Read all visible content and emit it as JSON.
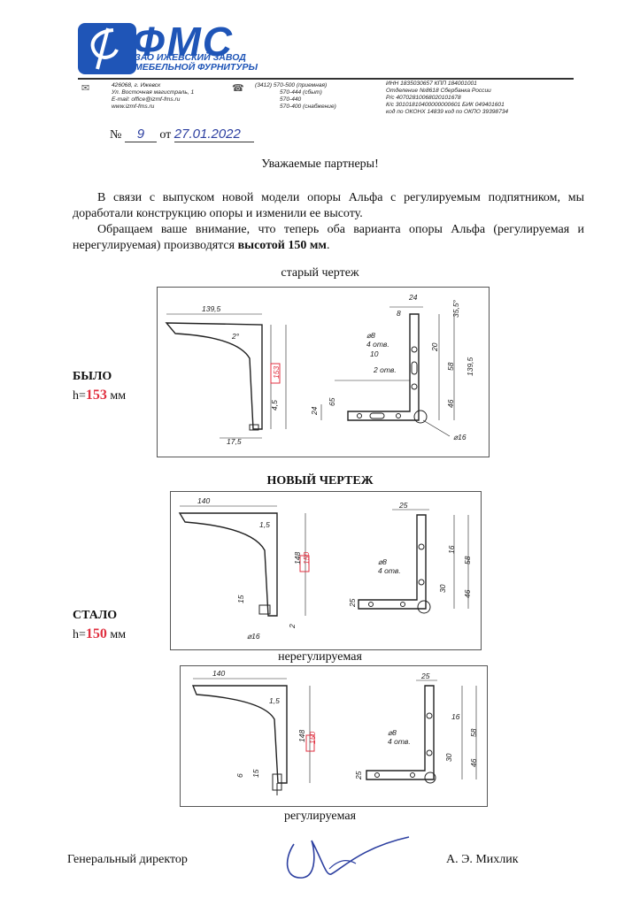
{
  "letterhead": {
    "logo_text": "ФМС",
    "company_line1": "ЗАО ИЖЕВСКИЙ ЗАВОД",
    "company_line2": "МЕБЕЛЬНОЙ ФУРНИТУРЫ",
    "address": [
      "426068, г. Ижевск",
      "Ул. Восточная магистраль, 1",
      "E-mail: office@izmf-fms.ru",
      "www.izmf-fms.ru"
    ],
    "phones": [
      "(3412) 570-500 (приемная)",
      "570-444 (сбыт)",
      "570-440",
      "570-400 (снабжение)"
    ],
    "bank": [
      "ИНН 1835030657 КПП 184001001",
      "Отделение №8618 Сбербанка России",
      "Р/с 40702810068020101678",
      "К/с 30101810400000000601   БИК 049401601",
      "код по ОКОНХ 14839 код по ОКПО 39398734"
    ]
  },
  "doc": {
    "number_label": "№",
    "number": "9",
    "from_label": "от",
    "date": "27.01.2022",
    "greeting": "Уважаемые партнеры!",
    "p1": "В связи с выпуском новой модели опоры Альфа с регулируемым подпятником, мы доработали конструкцию опоры и изменили ее высоту.",
    "p2_a": "Обращаем ваше внимание, что теперь оба варианта опоры Альфа (регулируемая и нерегулируемая) производятся ",
    "p2_b": "высотой 150 мм",
    "p2_c": "."
  },
  "old": {
    "caption": "старый чертеж",
    "state": "БЫЛО",
    "h_prefix": "h=",
    "h_value": "153",
    "h_unit": " мм",
    "dims": {
      "w": "139,5",
      "angle": "2°",
      "h": "153",
      "t": "4,5",
      "foot": "17,5",
      "d24": "24",
      "d8": "8",
      "d35": "35,5°",
      "hole": "⌀8",
      "holes": "4 отв.",
      "d10": "10",
      "d20": "20",
      "slot": "2 отв.",
      "d58": "58",
      "d1395": "139,5",
      "d65": "65",
      "d24b": "24",
      "d46": "46",
      "d16": "⌀16"
    }
  },
  "new_title": "НОВЫЙ ЧЕРТЕЖ",
  "new": {
    "state": "СТАЛО",
    "h_prefix": "h=",
    "h_value": "150",
    "h_unit": " мм",
    "unadjustable": {
      "caption": "нерегулируемая",
      "dims": {
        "w": "140",
        "t": "1,5",
        "h148": "148",
        "h": "150",
        "d15": "15",
        "d16": "⌀16",
        "d2": "2",
        "d25": "25",
        "hole": "⌀8",
        "holes": "4 отв.",
        "d16b": "16",
        "d58": "58",
        "d30": "30",
        "d46": "46",
        "d25b": "25"
      }
    },
    "adjustable": {
      "caption": "регулируемая",
      "dims": {
        "w": "140",
        "t": "1,5",
        "h148": "148",
        "h": "150",
        "d6": "6",
        "d15": "15",
        "d25": "25",
        "hole": "⌀8",
        "holes": "4 отв.",
        "d16": "16",
        "d58": "58",
        "d30": "30",
        "d46": "46",
        "d25b": "25"
      }
    }
  },
  "signature": {
    "title": "Генеральный директор",
    "name": "А. Э. Михлик"
  },
  "colors": {
    "brand": "#1f55b7",
    "highlight": "#e03040",
    "ink": "#2c3fa0"
  }
}
